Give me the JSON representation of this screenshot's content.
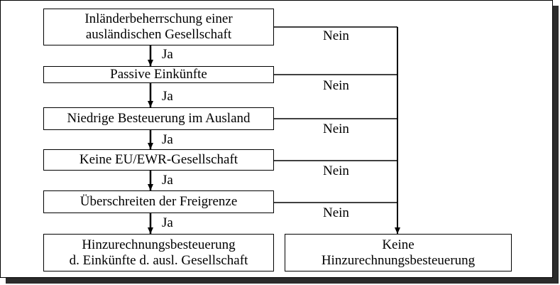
{
  "steps": [
    {
      "lines": [
        "Inländerbeherrschung einer",
        "ausländischen Gesellschaft"
      ],
      "yes_label": "Ja",
      "no_label": "Nein"
    },
    {
      "lines": [
        "Passive Einkünfte"
      ],
      "yes_label": "Ja",
      "no_label": "Nein"
    },
    {
      "lines": [
        "Niedrige Besteuerung im Ausland"
      ],
      "yes_label": "Ja",
      "no_label": "Nein"
    },
    {
      "lines": [
        "Keine EU/EWR-Gesellschaft"
      ],
      "yes_label": "Ja",
      "no_label": "Nein"
    },
    {
      "lines": [
        "Überschreiten der Freigrenze"
      ],
      "yes_label": "Ja",
      "no_label": "Nein"
    }
  ],
  "outcomes": {
    "yes": {
      "lines": [
        "Hinzurechnungsbesteuerung",
        "d. Einkünfte d. ausl. Gesellschaft"
      ]
    },
    "no": {
      "lines": [
        "Keine",
        "Hinzurechnungsbesteuerung"
      ]
    }
  }
}
